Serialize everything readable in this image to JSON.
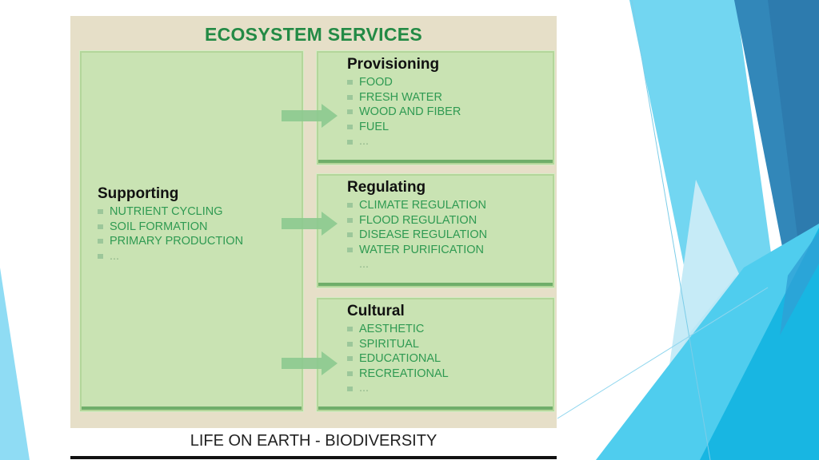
{
  "title": "ECOSYSTEM SERVICES",
  "supporting": {
    "heading": "Supporting",
    "items": [
      "NUTRIENT CYCLING",
      "SOIL FORMATION",
      "PRIMARY PRODUCTION",
      "..."
    ]
  },
  "provisioning": {
    "heading": "Provisioning",
    "items": [
      "FOOD",
      "FRESH WATER",
      "WOOD AND FIBER",
      "FUEL",
      "..."
    ]
  },
  "regulating": {
    "heading": "Regulating",
    "items": [
      "CLIMATE REGULATION",
      "FLOOD REGULATION",
      "DISEASE REGULATION",
      "WATER PURIFICATION",
      "..."
    ]
  },
  "cultural": {
    "heading": "Cultural",
    "items": [
      "AESTHETIC",
      "SPIRITUAL",
      "EDUCATIONAL",
      "RECREATIONAL",
      "..."
    ]
  },
  "caption": "LIFE ON EARTH - BIODIVERSITY",
  "colors": {
    "title_green": "#238a45",
    "item_green": "#2f9a52",
    "box_fill": "#c9e3b3",
    "panel": "#e6dfc8",
    "dark_blue": "#2f7fb1",
    "cyan": "#5dd1ef"
  }
}
